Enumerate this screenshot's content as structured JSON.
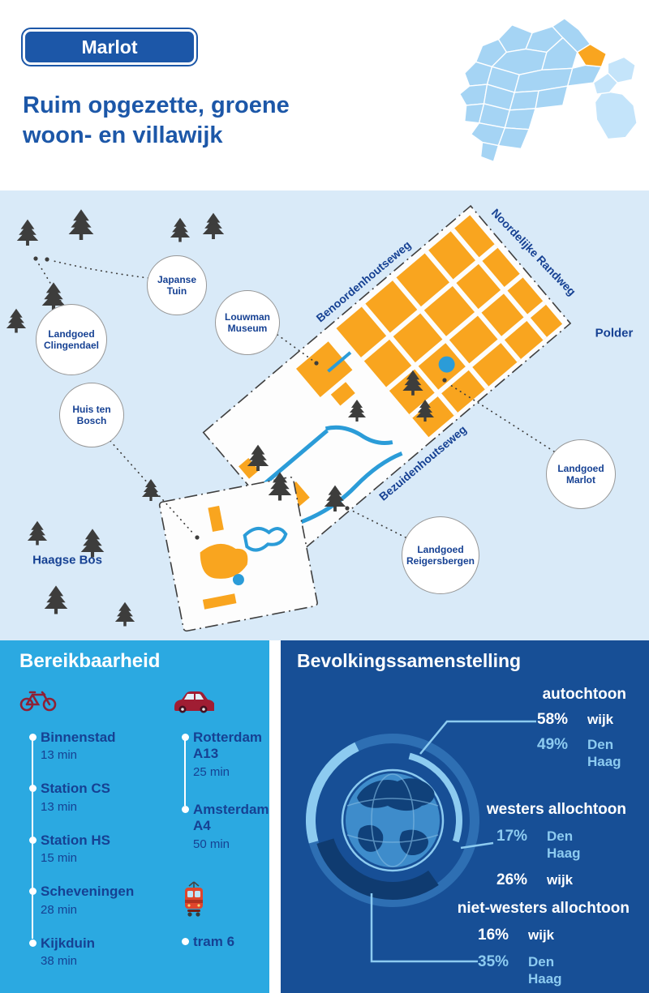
{
  "colors": {
    "brand_blue": "#1C57A8",
    "text_navy": "#164193",
    "map_background": "#D9EAF8",
    "district_orange": "#F9A51F",
    "water_blue": "#2B9CD8",
    "tree_gray": "#3D3D3C",
    "panel_left_background": "#2BA9E1",
    "panel_right_background": "#174F96",
    "accent_light_blue": "#8DCBF0",
    "dark_navy": "#0F3B70"
  },
  "header": {
    "badge_label": "Marlot",
    "title_line1": "Ruim opgezette, groene",
    "title_line2": "woon- en villawijk"
  },
  "map": {
    "road_labels": [
      "Benoordenhoutseweg",
      "Noordelijke Randweg",
      "Bezuidenhoutseweg"
    ],
    "area_labels": [
      "Polder",
      "Haagse Bos"
    ],
    "poi_circles": [
      "Japanse Tuin",
      "Louwman Museum",
      "Landgoed Clingendael",
      "Huis ten Bosch",
      "Landgoed Marlot",
      "Landgoed Reigersbergen"
    ],
    "minimap_icon": "den-haag-minimap",
    "highlight_district": "Marlot"
  },
  "bereikbaarheid": {
    "title": "Bereikbaarheid",
    "bike_icon": "bicycle-icon",
    "car_icon": "car-icon",
    "tram_icon": "tram-icon",
    "bike_items": [
      {
        "name": "Binnenstad",
        "time": "13 min"
      },
      {
        "name": "Station CS",
        "time": "13 min"
      },
      {
        "name": "Station HS",
        "time": "15 min"
      },
      {
        "name": "Scheveningen",
        "time": "28 min"
      },
      {
        "name": "Kijkduin",
        "time": "38 min"
      }
    ],
    "car_items": [
      {
        "name": "Rotterdam",
        "road": "A13",
        "time": "25 min"
      },
      {
        "name": "Amsterdam",
        "road": "A4",
        "time": "50 min"
      }
    ],
    "tram_label": "tram 6"
  },
  "bevolking": {
    "title": "Bevolkingssamenstelling",
    "globe_icon": "globe-chart",
    "groups": [
      {
        "label": "autochtoon",
        "stats": [
          {
            "value": "58%",
            "scope": "wijk",
            "tone": "white"
          },
          {
            "value": "49%",
            "scope": "Den Haag",
            "tone": "light-blue"
          }
        ]
      },
      {
        "label": "westers allochtoon",
        "stats": [
          {
            "value": "17%",
            "scope": "Den Haag",
            "tone": "light-blue"
          },
          {
            "value": "26%",
            "scope": "wijk",
            "tone": "white"
          }
        ]
      },
      {
        "label": "niet-westers allochtoon",
        "stats": [
          {
            "value": "16%",
            "scope": "wijk",
            "tone": "white"
          },
          {
            "value": "35%",
            "scope": "Den Haag",
            "tone": "light-blue"
          }
        ]
      }
    ]
  }
}
